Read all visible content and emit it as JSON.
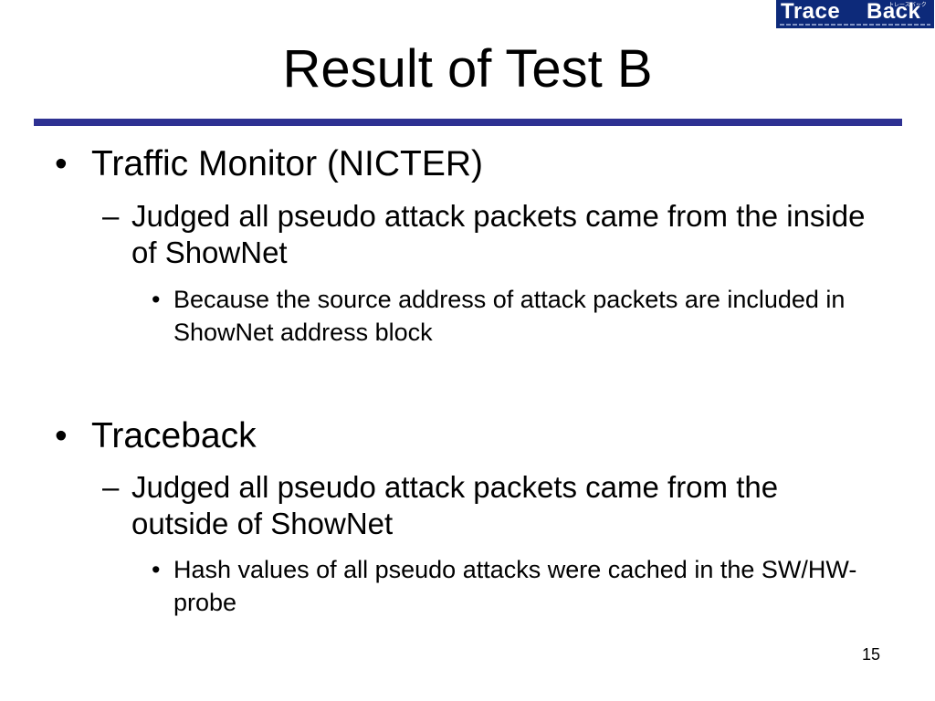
{
  "logo": {
    "word1": "Trace",
    "word2": "Back",
    "kana": "トレースバック"
  },
  "slide": {
    "title": "Result of Test B",
    "page_number": "15"
  },
  "bullets": [
    {
      "text": "Traffic Monitor (NICTER)",
      "sub": {
        "text": "Judged all pseudo attack packets came from the inside of ShowNet",
        "detail": "Because the source address of attack packets are included in ShowNet address block"
      }
    },
    {
      "text": "Traceback",
      "sub": {
        "text": "Judged all pseudo attack packets came from the outside of ShowNet",
        "detail": "Hash values of all pseudo attacks were cached in the SW/HW-probe"
      }
    }
  ],
  "colors": {
    "title_rule": "#2e3192",
    "logo_background": "#0d2a7a"
  }
}
